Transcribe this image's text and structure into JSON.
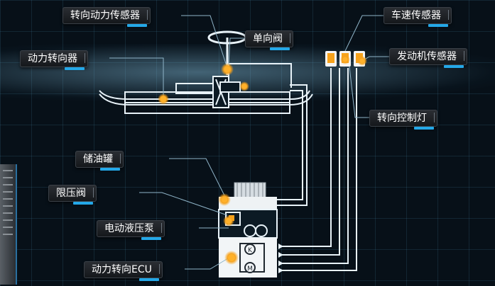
{
  "labels": {
    "steering_power_sensor": "转向动力传感器",
    "speed_sensor": "车速传感器",
    "check_valve": "单向阀",
    "power_steering_gear": "动力转向器",
    "engine_sensor": "发动机传感器",
    "steering_indicator": "转向控制灯",
    "oil_reservoir": "储油罐",
    "pressure_relief_valve": "限压阀",
    "electric_hydraulic_pump": "电动液压泵",
    "power_steering_ecu": "动力转向ECU"
  },
  "pump_symbols": {
    "k": "K",
    "m": "M"
  },
  "colors": {
    "accent_blue": "#24a8e8",
    "orange_dot": "#f7a21b",
    "line_white": "#e8f2f8"
  }
}
